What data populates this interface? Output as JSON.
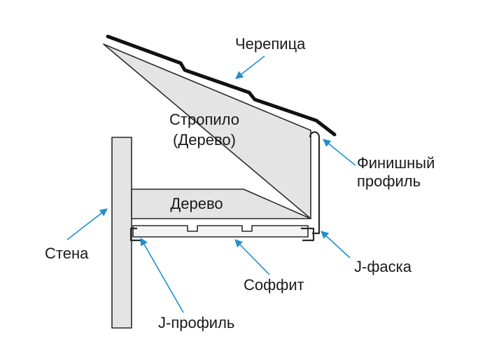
{
  "labels": {
    "tile": "Черепица",
    "rafter_line1": "Стропило",
    "rafter_line2": "(Дерево)",
    "wood": "Дерево",
    "finish_line1": "Финишный",
    "finish_line2": "профиль",
    "wall": "Стена",
    "j_chamfer": "J-фаска",
    "soffit": "Соффит",
    "j_profile": "J-профиль"
  },
  "colors": {
    "arrow": "#1f8fd0",
    "part_fill": "#e4e4e4",
    "outline": "#2a2a2a",
    "roof": "#111111"
  }
}
